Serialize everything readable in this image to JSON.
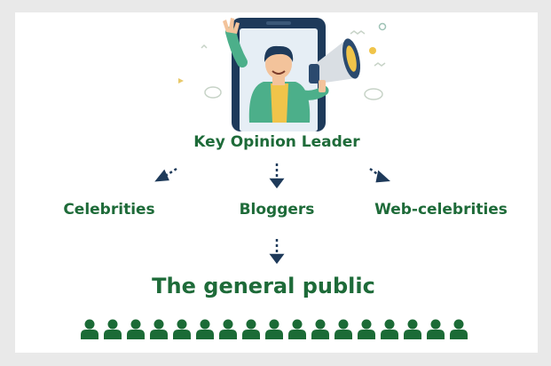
{
  "diagram": {
    "top_node": "Key Opinion Leader",
    "middle_nodes": [
      "Celebrities",
      "Bloggers",
      "Web-celebrities"
    ],
    "bottom_node": "The general public",
    "colors": {
      "text": "#1e6b39",
      "arrow": "#1e3a5a",
      "people": "#1b6b36",
      "background": "#ffffff",
      "frame": "#e9e9e9"
    },
    "icons": [
      "phone-icon",
      "person-icon",
      "megaphone-icon",
      "arrow-icon",
      "people-icon"
    ],
    "people_count": 17
  }
}
